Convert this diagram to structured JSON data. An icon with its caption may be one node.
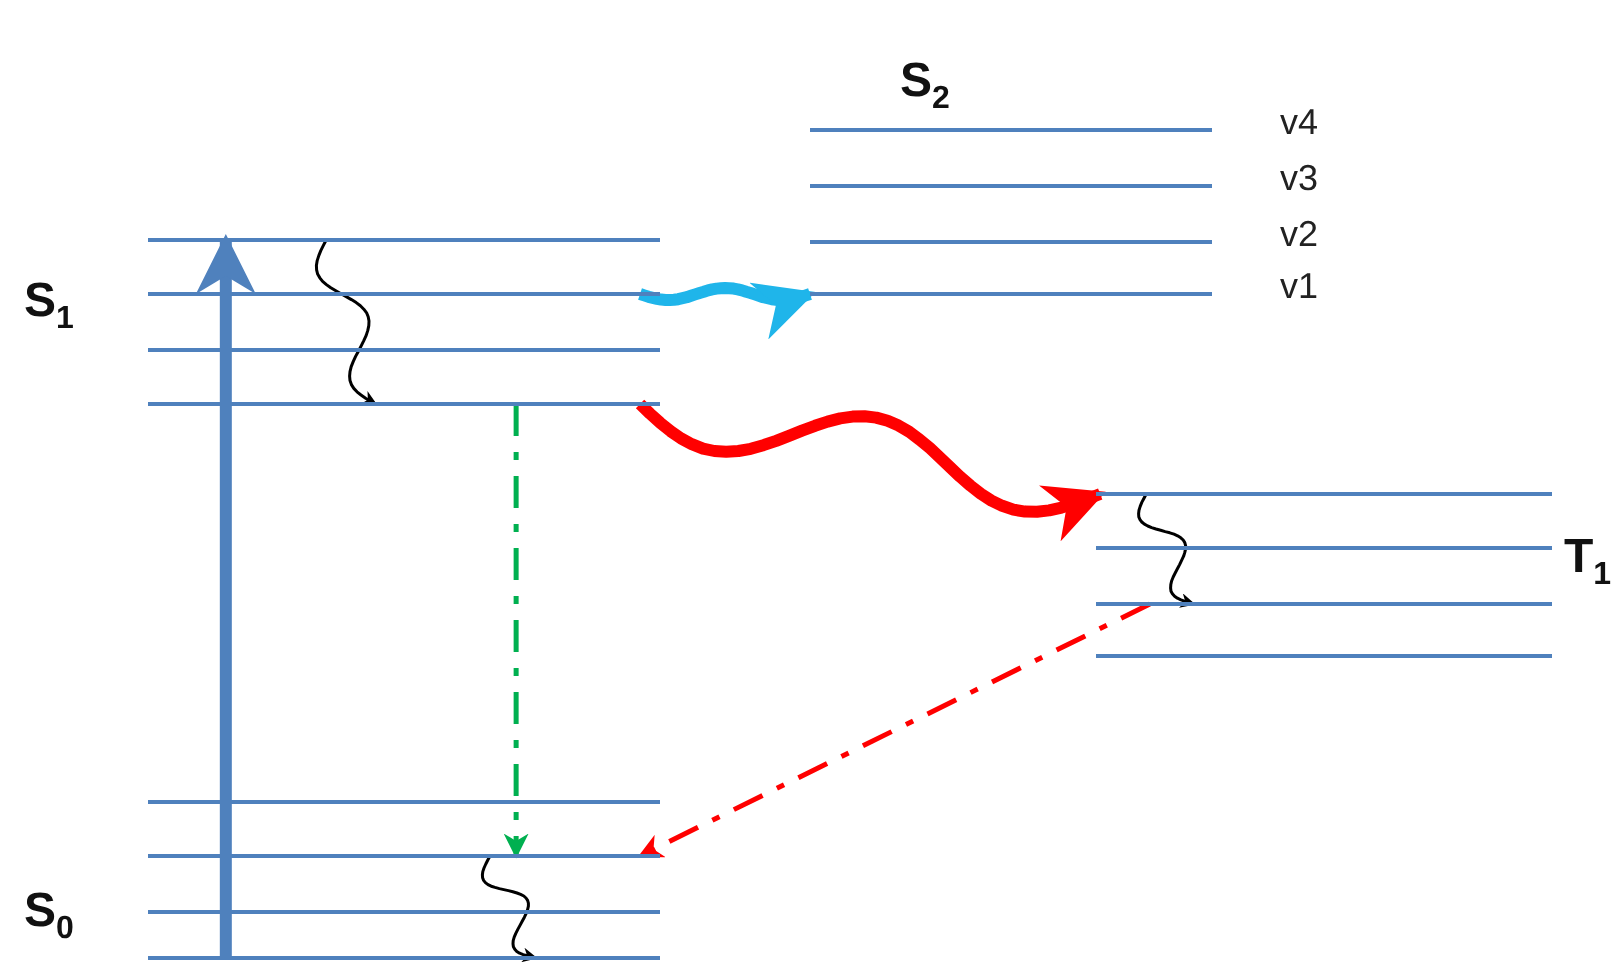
{
  "diagram": {
    "nodes": [
      {
        "text": [
          "S$_{2}$"
        ]
      },
      {
        "text": [],
        "shape": "bar",
        "in": 0,
        "beside": [
          "v4"
        ]
      },
      {
        "text": [],
        "shape": "bar",
        "in": 0,
        "beside": [
          "v3"
        ]
      },
      {
        "text": [],
        "shape": "bar",
        "in": 0,
        "beside": [
          "v2"
        ]
      },
      {
        "text": [],
        "shape": "bar",
        "in": 0,
        "beside": [
          "v1"
        ]
      },
      {
        "text": [
          "S$_{1}$"
        ]
      },
      {
        "text": [],
        "shape": "bar",
        "in": 5
      },
      {
        "text": [],
        "shape": "bar",
        "in": 5
      },
      {
        "text": [],
        "shape": "bar",
        "in": 5
      },
      {
        "text": [],
        "shape": "bar",
        "in": 5
      },
      {
        "text": [
          "T$_{1}$"
        ]
      },
      {
        "text": [],
        "shape": "bar",
        "in": 10
      },
      {
        "text": [],
        "shape": "bar",
        "in": 10
      },
      {
        "text": [],
        "shape": "bar",
        "in": 10
      },
      {
        "text": [],
        "shape": "bar",
        "in": 10
      },
      {
        "text": [
          "S$_{0}$"
        ]
      },
      {
        "text": [],
        "shape": "bar",
        "in": 15
      },
      {
        "text": [],
        "shape": "bar",
        "in": 15
      },
      {
        "text": [],
        "shape": "bar",
        "in": 15
      },
      {
        "text": [],
        "shape": "bar",
        "in": 15
      }
    ],
    "edges": [
      {
        "from": 19,
        "to": 6,
        "arrow": "to",
        "style": "thick",
        "color": "#4f81bd"
      },
      {
        "from": 6,
        "to": 9,
        "arrow": "to"
      },
      {
        "from": 7,
        "to": 4,
        "arrow": "to",
        "style": "thick",
        "color": "#1fb5ea"
      },
      {
        "from": 9,
        "to": 11,
        "arrow": "to",
        "style": "thick",
        "color": "#ff0000"
      },
      {
        "from": 9,
        "to": 17,
        "arrow": "to",
        "style": "dashed",
        "color": "#00b050"
      },
      {
        "from": 17,
        "to": 19,
        "arrow": "to"
      },
      {
        "from": 11,
        "to": 13,
        "arrow": "to"
      },
      {
        "from": 13,
        "to": 17,
        "arrow": "to",
        "style": "dashed",
        "color": "#ff0000"
      }
    ]
  }
}
